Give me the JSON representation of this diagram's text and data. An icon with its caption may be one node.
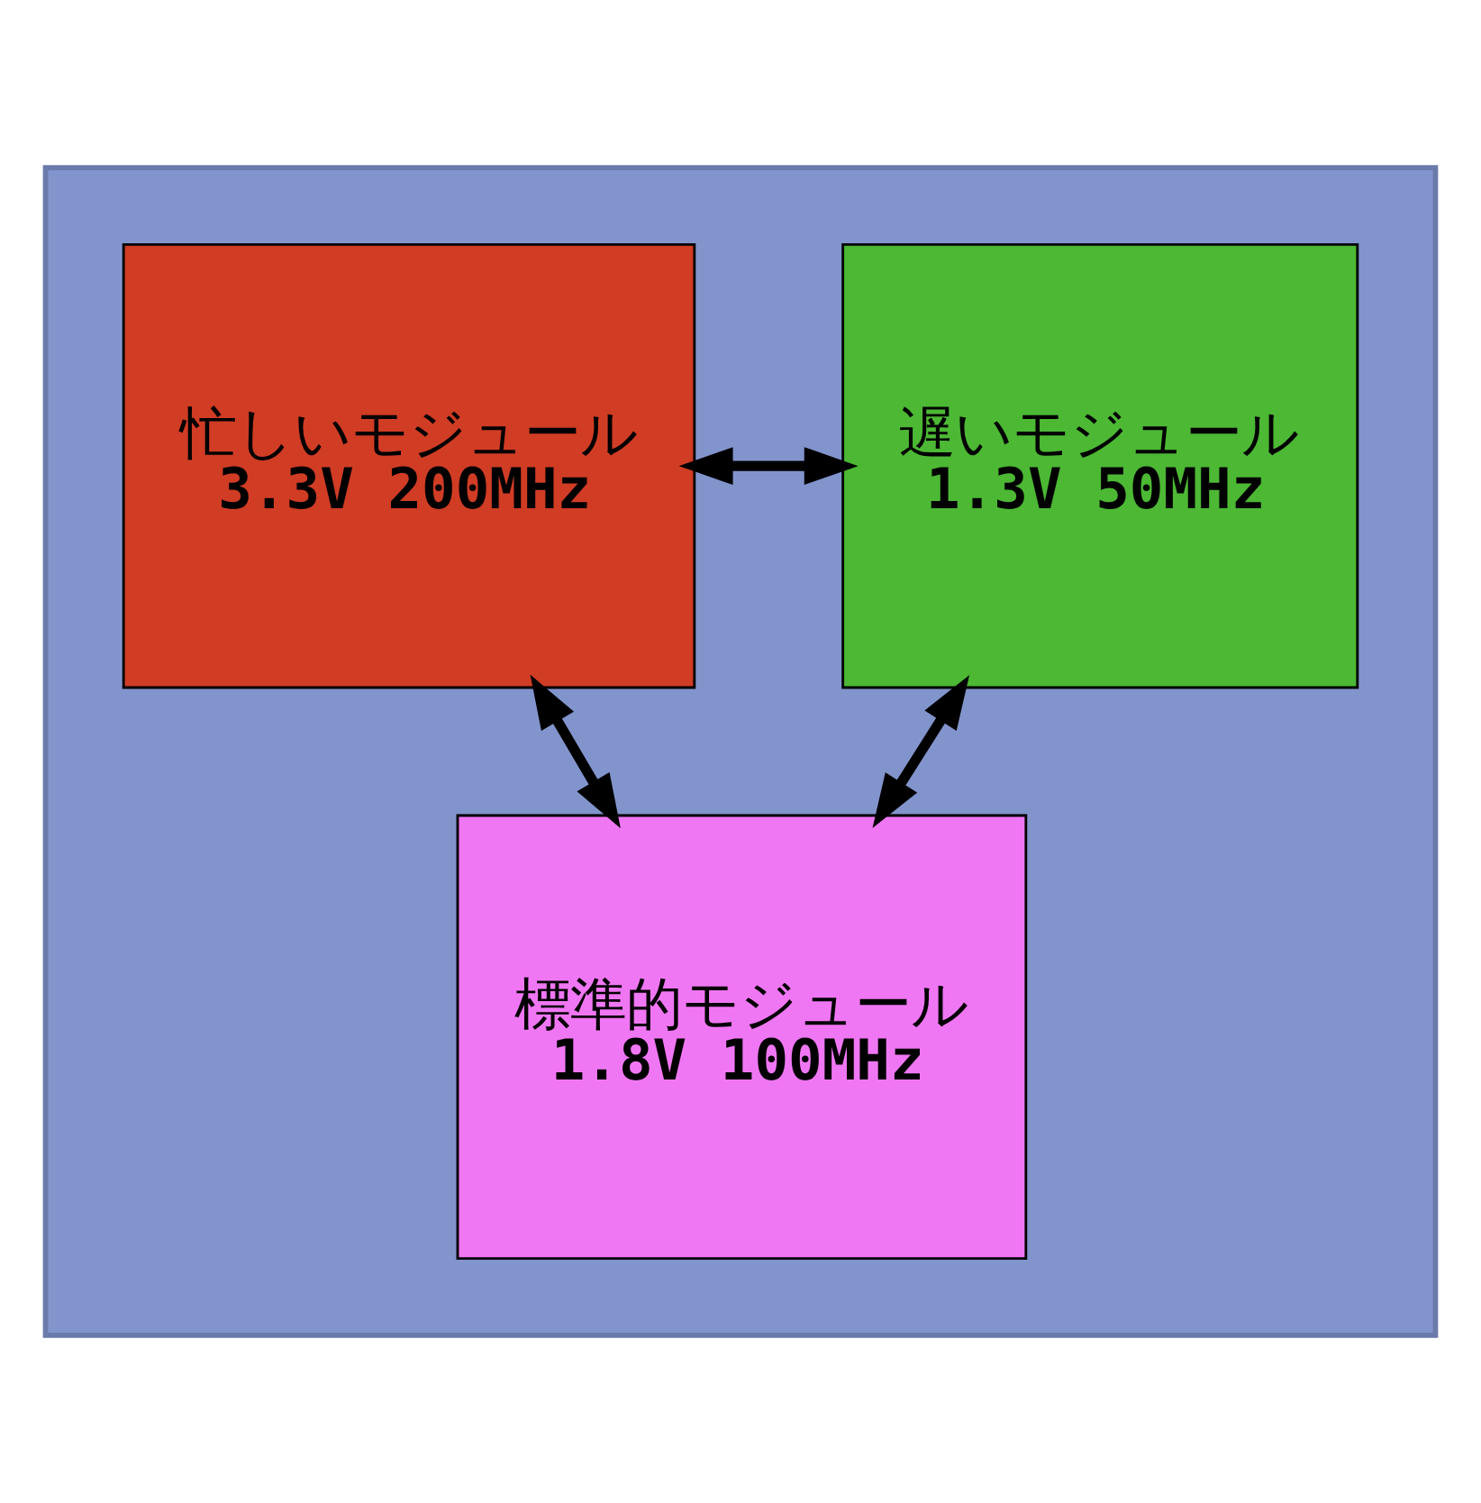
{
  "diagram": {
    "nodes": [
      {
        "text": [],
        "shape": "box"
      },
      {
        "text": [
          "忙しいモジュール",
          "3.3V 200MHz"
        ],
        "in": 0
      },
      {
        "text": [
          "遅いモジュール",
          "1.3V 50MHz"
        ],
        "in": 0
      },
      {
        "text": [
          "標準的モジュール",
          "1.8V 100MHz"
        ],
        "in": 0
      }
    ],
    "edges": [
      {
        "from": 1,
        "to": 2,
        "arrow": "both"
      },
      {
        "from": 1,
        "to": 3,
        "arrow": "both"
      },
      {
        "from": 2,
        "to": 3,
        "arrow": "both"
      }
    ]
  }
}
